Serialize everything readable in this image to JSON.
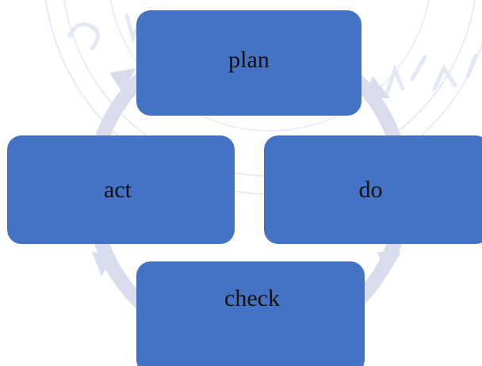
{
  "diagram": {
    "type": "cycle",
    "steps": [
      {
        "id": "plan",
        "label": "plan"
      },
      {
        "id": "do",
        "label": "do"
      },
      {
        "id": "check",
        "label": "check"
      },
      {
        "id": "act",
        "label": "act"
      }
    ],
    "flow": [
      "plan",
      "do",
      "check",
      "act",
      "plan"
    ]
  },
  "colors": {
    "box_fill": "#4472c4",
    "ring": "#d9dcec",
    "watermark": "#e3e7f6",
    "text": "#111111"
  },
  "icons": {
    "watermark": "university-seal-watermark",
    "arrow": "cycle-arrow-icon"
  }
}
